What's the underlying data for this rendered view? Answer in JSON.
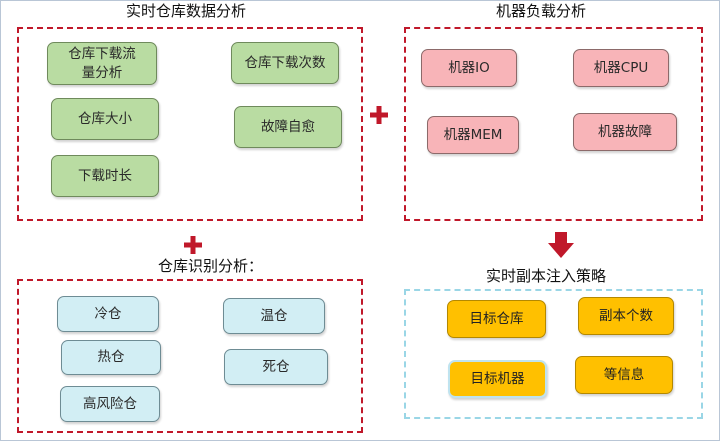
{
  "sections": {
    "warehouse": {
      "title": "实时仓库数据分析",
      "items": [
        "仓库下载流量分析",
        "仓库下载次数",
        "仓库大小",
        "故障自愈",
        "下载时长"
      ]
    },
    "machine": {
      "title": "机器负载分析",
      "items": [
        "机器IO",
        "机器CPU",
        "机器MEM",
        "机器故障"
      ]
    },
    "identify": {
      "title": "仓库识别分析：",
      "items": [
        "冷仓",
        "温仓",
        "热仓",
        "死仓",
        "高风险仓"
      ]
    },
    "strategy": {
      "title": "实时副本注入策略",
      "items": [
        "目标仓库",
        "副本个数",
        "目标机器",
        "等信息"
      ]
    }
  },
  "colors": {
    "panel_border_red": "#c0182a",
    "panel_border_teal": "#9ad6e6",
    "green_node": "#b9dca2",
    "pink_node": "#f8b4b8",
    "blue_node": "#d2eef4",
    "gold_node": "#ffc000",
    "plus_icon": "#c0182a",
    "arrow_icon": "#c0182a"
  },
  "icons": {
    "plus": "plus-icon",
    "down_arrow": "down-arrow-icon"
  }
}
